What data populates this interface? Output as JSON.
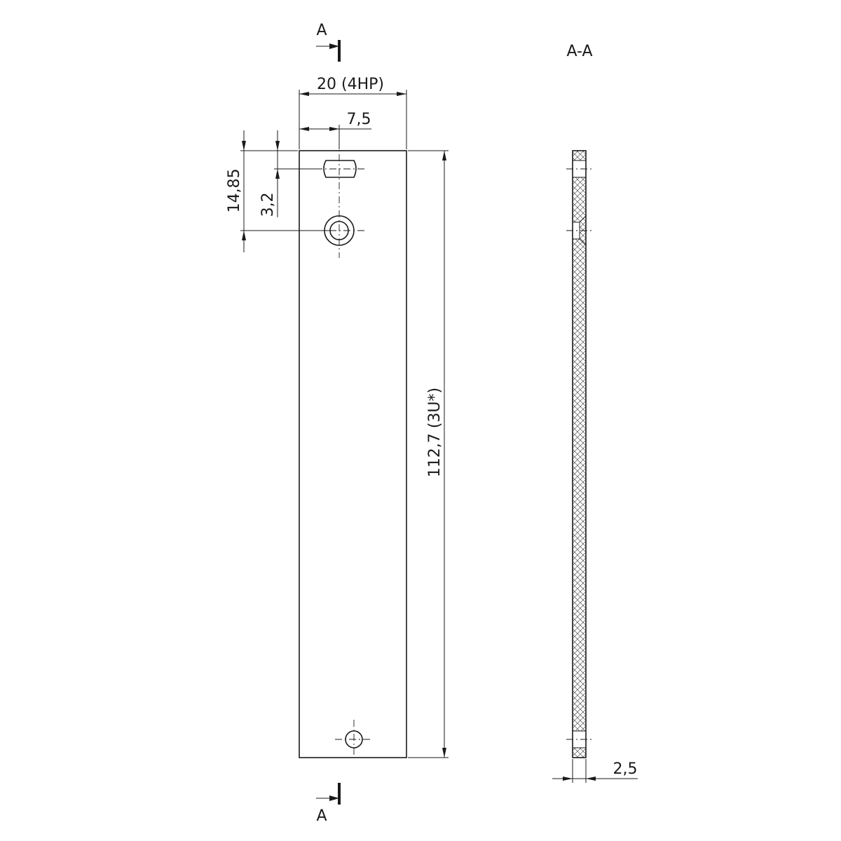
{
  "section_marks": {
    "top_label": "A",
    "bottom_label": "A"
  },
  "section_view": {
    "title": "A-A"
  },
  "dimensions": {
    "width": "20 (4HP)",
    "hole_offset_x": "7,5",
    "hole_offset_y": "14,85",
    "slot_offset_y": "3,2",
    "height": "112,7 (3U*)",
    "thickness": "2,5"
  }
}
